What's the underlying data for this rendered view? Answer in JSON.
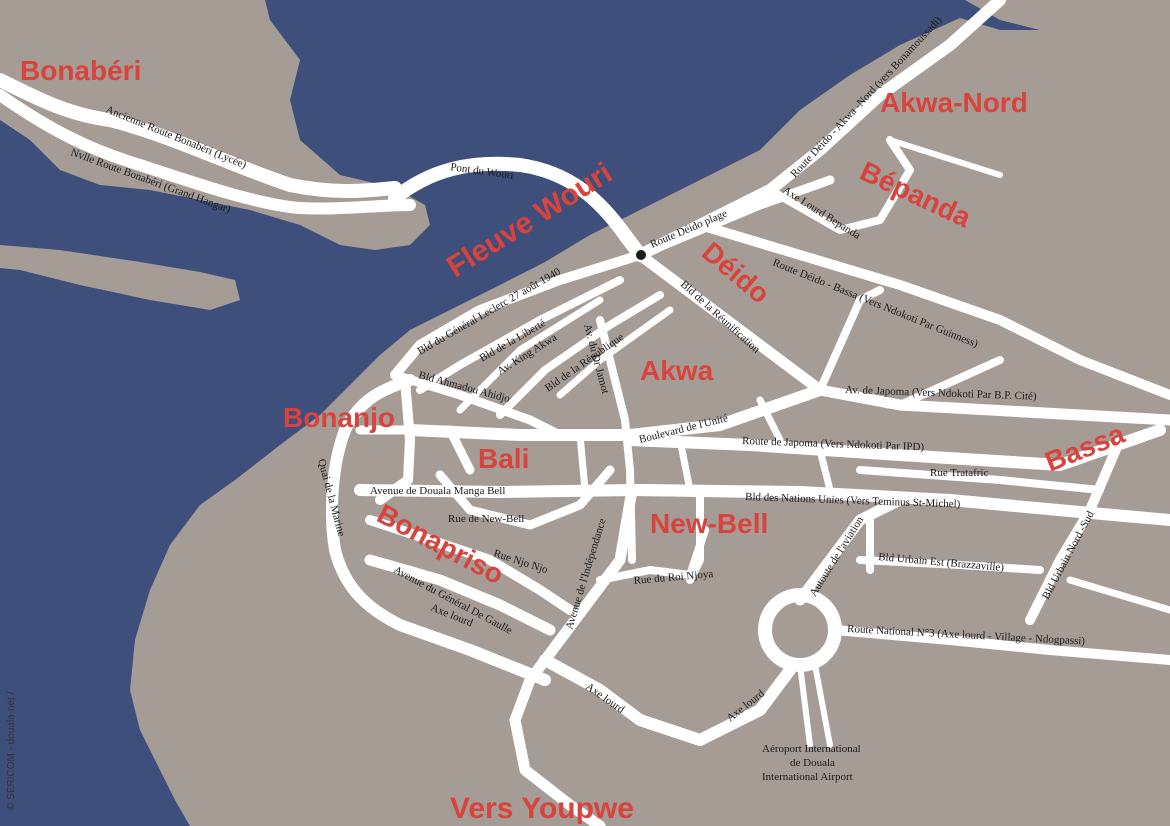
{
  "colors": {
    "water": "#3f4f7b",
    "land": "#a59c96",
    "road": "#ffffff",
    "district_label": "#d8433e",
    "street_label": "#1a1a1a"
  },
  "districts": {
    "bonaberi": "Bonabéri",
    "akwa_nord": "Akwa-Nord",
    "bepanda": "Bépanda",
    "deido": "Déido",
    "akwa": "Akwa",
    "bonanjo": "Bonanjo",
    "bali": "Bali",
    "bassa": "Bassa",
    "new_bell": "New-Bell",
    "bonapriso": "Bonapriso",
    "vers_youpwe": "Vers Youpwe"
  },
  "water_label": {
    "fleuve_wouri": "Fleuve Wouri"
  },
  "streets": {
    "ancienne_route_bonaberi": "Ancienne Route Bonabéri (Lycée)",
    "nvlle_route_bonaberi": "Nvlle Route Bonabéri (Grand Hangar)",
    "pont_du_wouri": "Pont du Wouri",
    "route_deido_akwa_nord": "Route Déido - Akwa -Nord (vers Bonamoussadi)",
    "route_deido_plage": "Route Déido plage",
    "axe_lourd_bepanda": "Axe Lourd Bepanda",
    "route_deido_bassa": "Route Déido - Bassa (Vers Ndokoti Par Guinness)",
    "bld_general_leclerc": "Bld du Général Leclerc 27 août 1940",
    "bld_de_la_liberte": "Bld de la Liberté",
    "av_king_akwa": "Av. King Akwa",
    "av_du_dr_jamot": "Av. du Dr Jamot",
    "bld_de_la_republique": "Bld de la République",
    "bld_de_la_reunification": "Bld de la Réunification",
    "bld_ahmadou_ahidjo": "Bld Ahmadou Ahidjo",
    "boulevard_de_l_unite": "Boulevard de l'Unité",
    "av_de_japoma": "Av. de Japoma (Vers Ndokoti Par B.P. Cité)",
    "route_de_japoma": "Route de Japoma (Vers Ndokoti Par IPD)",
    "rue_tratafric": "Rue Tratafric",
    "avenue_douala_manga_bell": "Avenue de Douala Manga Bell",
    "bld_nations_unies": "Bld des Nations Unies (Vers Teminus St-Michel)",
    "rue_de_new_bell": "Rue de New-Bell",
    "quai_de_la_marine": "Quai de la Marine",
    "rue_njo_njo": "Rue Njo Njo",
    "avenue_de_l_independance": "Avenue de l'Indépendance",
    "rue_du_roi_njoya": "Rue du Roi Njoya",
    "avenue_general_de_gaulle": "Avenue du Général De Gaulle",
    "axe_lourd_1": "Axe lourd",
    "axe_lourd_2": "Axe lourd",
    "axe_lourd_3": "Axe lourd",
    "autoute_de_l_aviation": "Autoute de l'aviation",
    "bld_urbain_est": "Bld Urbain Est (Brazzaville)",
    "bld_urbain_nord_sud": "Bld Urbain Nord -Sud",
    "route_national_n3": "Route National N°3 (Axe lourd - Village - Ndogpassi)"
  },
  "airport": {
    "line1": "Aéroport International",
    "line2": "de Douala",
    "line3": "International Airport"
  },
  "credit": "© SERICOM - douala-net /"
}
